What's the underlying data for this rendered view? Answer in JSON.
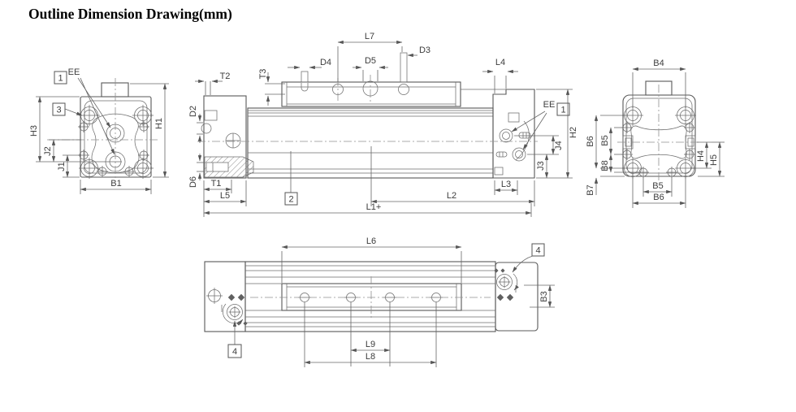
{
  "title": "Outline Dimension Drawing(mm)",
  "dims": {
    "t2": "T2",
    "t3": "T3",
    "l7": "L7",
    "d4": "D4",
    "d5": "D5",
    "d3": "D3",
    "l4": "L4",
    "d2": "D2",
    "d6": "D6",
    "t1": "T1",
    "l5": "L5",
    "l3": "L3",
    "l2": "L2",
    "l1": "L1+",
    "h1": "H1",
    "h2": "H2",
    "h3": "H3",
    "h4": "H4",
    "h5": "H5",
    "j1": "J1",
    "j2": "J2",
    "j3": "J3",
    "j4": "J4",
    "b1": "B1",
    "b3": "B3",
    "b4": "B4",
    "b5_left": "B5",
    "b5_bottom": "B5",
    "b6_left": "B6",
    "b6_bottom": "B6",
    "b7": "B7",
    "b8": "B8",
    "l6": "L6",
    "l8": "L8",
    "l9": "L9",
    "ee_left": "EE",
    "ee_right": "EE"
  },
  "callouts": {
    "one_left": "1",
    "three": "3",
    "one_right": "1",
    "two": "2",
    "four_left": "4",
    "four_right": "4"
  }
}
